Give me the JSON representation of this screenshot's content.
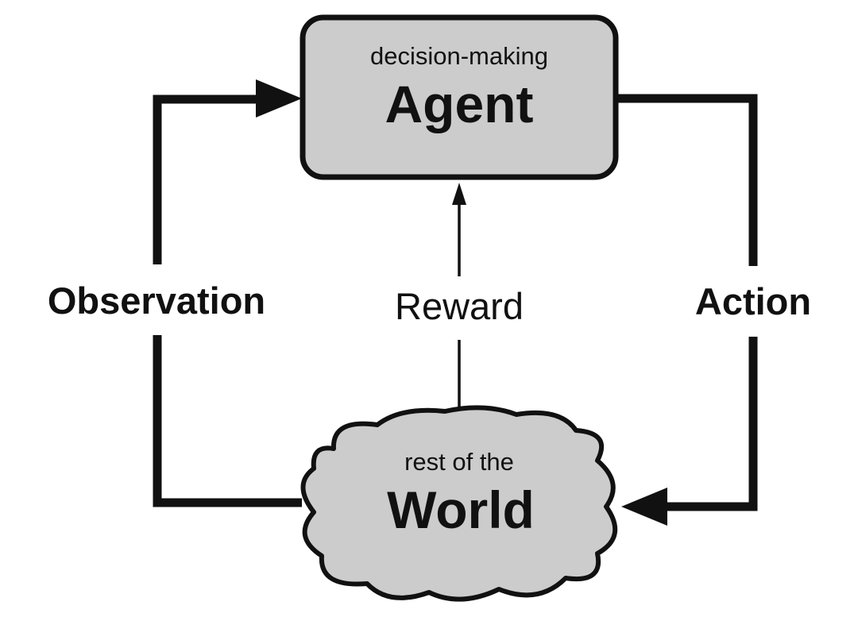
{
  "agent": {
    "subtitle": "decision-making",
    "title": "Agent"
  },
  "world": {
    "subtitle": "rest of the",
    "title": "World"
  },
  "edges": {
    "observation": "Observation",
    "action": "Action",
    "reward": "Reward"
  },
  "colors": {
    "node_fill": "#cccccc",
    "stroke": "#111111",
    "background": "#ffffff"
  }
}
